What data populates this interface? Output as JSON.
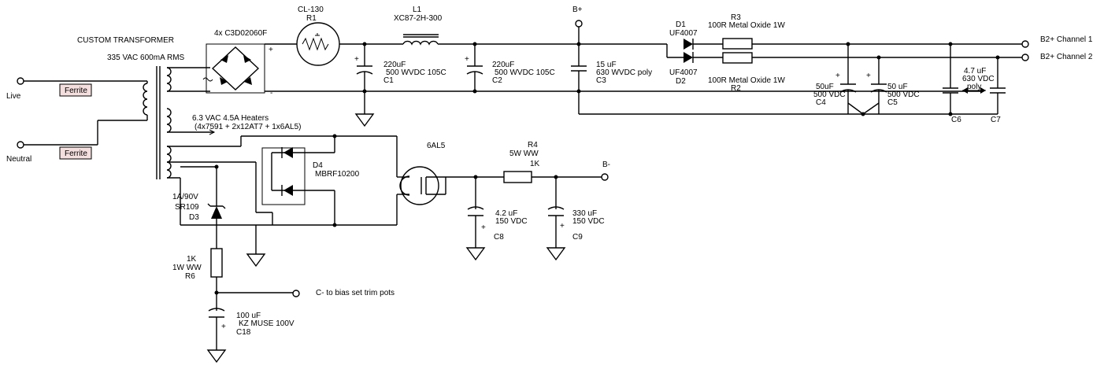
{
  "terminals": {
    "live": "Live",
    "neutral": "Neutral",
    "b_plus": "B+",
    "b_minus": "B-",
    "b2_ch1": "B2+ Channel 1",
    "b2_ch2": "B2+ Channel 2",
    "c_minus": "C- to bias set trim pots"
  },
  "ferrite": "Ferrite",
  "transformer": {
    "title": "CUSTOM TRANSFORMER",
    "rating": "335 VAC 600mA RMS",
    "heaters": "6.3 VAC 4.5A Heaters",
    "heaters_detail": "(4x7591 + 2x12AT7 + 1x6AL5)"
  },
  "bridge": {
    "label": "4x C3D02060F",
    "plus": "+",
    "minus": "-"
  },
  "r1": {
    "part": "CL-130",
    "ref": "R1"
  },
  "l1": {
    "ref": "L1",
    "part": "XC87-2H-300"
  },
  "c1": {
    "value": "220uF",
    "rating": "500 WVDC 105C",
    "ref": "C1"
  },
  "c2": {
    "value": "220uF",
    "rating": "500 WVDC 105C",
    "ref": "C2"
  },
  "c3": {
    "value": "15 uF",
    "rating": "630 WVDC poly",
    "ref": "C3"
  },
  "d1": {
    "ref": "D1",
    "part": "UF4007"
  },
  "d2": {
    "part": "UF4007",
    "ref": "D2"
  },
  "r3": {
    "ref": "R3",
    "value": "100R Metal Oxide 1W"
  },
  "r2": {
    "value": "100R Metal Oxide 1W",
    "ref": "R2"
  },
  "c4": {
    "value": "50uF",
    "rating": "500 VDC",
    "ref": "C4"
  },
  "c5": {
    "value": "50 uF",
    "rating": "500 VDC",
    "ref": "C5"
  },
  "c6c7": {
    "value": "4.7 uF",
    "rating": "630 VDC",
    "type": "poly",
    "ref_a": "C6",
    "ref_b": "C7"
  },
  "d4": {
    "ref": "D4",
    "part": "MBRF10200"
  },
  "v_6al5": "6AL5",
  "r4": {
    "ref": "R4",
    "power": "5W WW",
    "value": "1K"
  },
  "c8": {
    "value": "4.2 uF",
    "rating": "150 VDC",
    "ref": "C8"
  },
  "c9": {
    "value": "330 uF",
    "rating": "150 VDC",
    "ref": "C9"
  },
  "d3": {
    "rating": "1A/90V",
    "part": "SR109",
    "ref": "D3"
  },
  "r6": {
    "value": "1K",
    "power": "1W WW",
    "ref": "R6"
  },
  "c18": {
    "value": "100 uF",
    "part": "KZ MUSE 100V",
    "ref": "C18"
  }
}
